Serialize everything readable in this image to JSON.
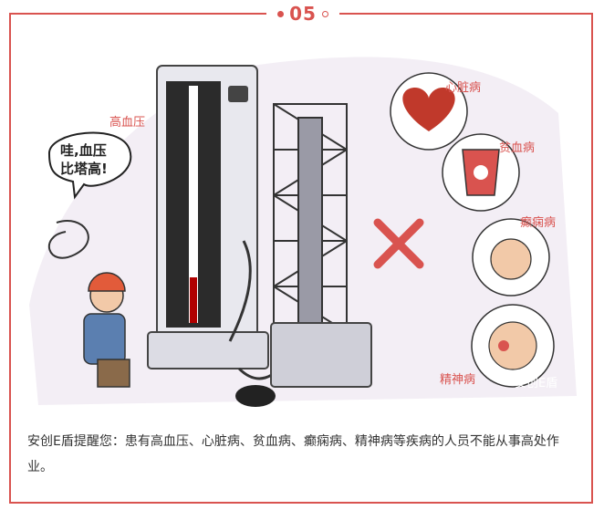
{
  "badge": {
    "number": "05"
  },
  "illustration": {
    "labels": {
      "high_blood_pressure": "高血压",
      "speech_line1": "哇,血压",
      "speech_line2": "比塔高!",
      "heart_disease": "心脏病",
      "anemia": "贫血病",
      "epilepsy": "癫痫病",
      "mental_illness": "精神病"
    },
    "watermark": "安创E盾"
  },
  "caption": "安创E盾提醒您：患有高血压、心脏病、贫血病、癫痫病、精神病等疾病的人员不能从事高处作业。",
  "colors": {
    "accent": "#d9534f",
    "heart": "#c0392b",
    "helmet": "#e25b3a"
  },
  "icons": [
    "heart-icon",
    "blood-bag-icon",
    "cross-mark-icon"
  ]
}
